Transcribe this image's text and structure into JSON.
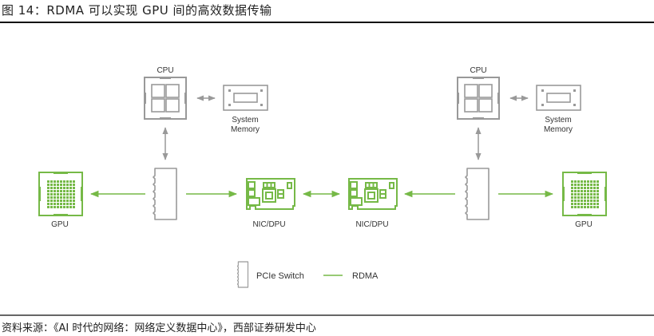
{
  "figure": {
    "title": "图 14：RDMA 可以实现 GPU 间的高效数据传输",
    "source": "资料来源：《AI 时代的网络：网络定义数据中心》，西部证券研发中心"
  },
  "colors": {
    "rdma_green": "#76b947",
    "component_gray": "#999999",
    "text": "#333333"
  },
  "nodes": {
    "left": {
      "cpu_label": "CPU",
      "memory_label_line1": "System",
      "memory_label_line2": "Memory",
      "gpu_label": "GPU",
      "nic_label": "NIC/DPU"
    },
    "right": {
      "cpu_label": "CPU",
      "memory_label_line1": "System",
      "memory_label_line2": "Memory",
      "gpu_label": "GPU",
      "nic_label": "NIC/DPU"
    }
  },
  "legend": {
    "items": [
      {
        "icon": "pcie-switch-icon",
        "label": "PCIe Switch"
      },
      {
        "icon": "rdma-line-icon",
        "label": "RDMA"
      }
    ]
  }
}
